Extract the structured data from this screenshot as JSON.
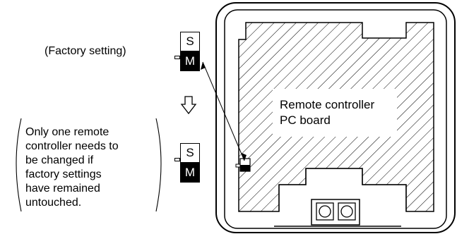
{
  "factory_setting_label": "(Factory setting)",
  "switch_top": {
    "upper": "S",
    "lower": "M"
  },
  "switch_bottom": {
    "upper": "S",
    "lower": "M"
  },
  "note_lines": [
    "Only one remote",
    "controller needs to",
    "be changed if",
    "factory settings",
    "have remained",
    "untouched."
  ],
  "board_label_lines": [
    "Remote controller",
    "PC board"
  ]
}
